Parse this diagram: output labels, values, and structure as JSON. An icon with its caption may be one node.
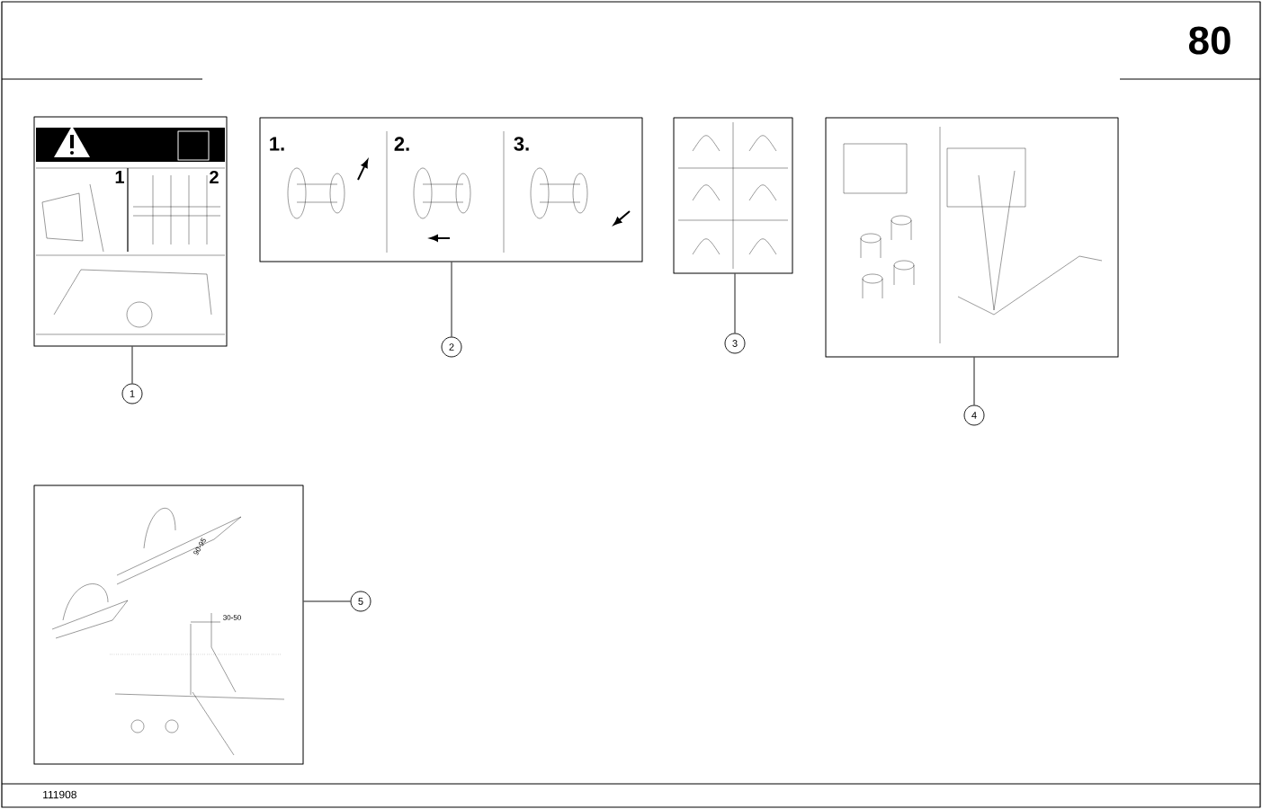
{
  "diagram": {
    "nodes": [
      {
        "text": [],
        "shape": "picture"
      },
      {
        "text": [],
        "shape": "picture"
      },
      {
        "text": [],
        "shape": "picture"
      },
      {
        "text": [],
        "shape": "picture"
      },
      {
        "text": [],
        "shape": "picture"
      },
      {
        "text": [
          "1"
        ]
      },
      {
        "text": [
          "2"
        ]
      },
      {
        "text": [
          "3"
        ]
      },
      {
        "text": [
          "4"
        ]
      },
      {
        "text": [
          "5"
        ]
      }
    ],
    "edges": [
      {
        "from": 5,
        "to": 0,
        "arrow": "none"
      },
      {
        "from": 6,
        "to": 1,
        "arrow": "none"
      },
      {
        "from": 7,
        "to": 2,
        "arrow": "none"
      },
      {
        "from": 8,
        "to": 3,
        "arrow": "none"
      },
      {
        "from": 9,
        "to": 4,
        "arrow": "none"
      }
    ],
    "labels": [
      "80",
      "1",
      "2",
      "1.",
      "2.",
      "3.",
      "90-95",
      "30-50",
      "111908"
    ]
  }
}
